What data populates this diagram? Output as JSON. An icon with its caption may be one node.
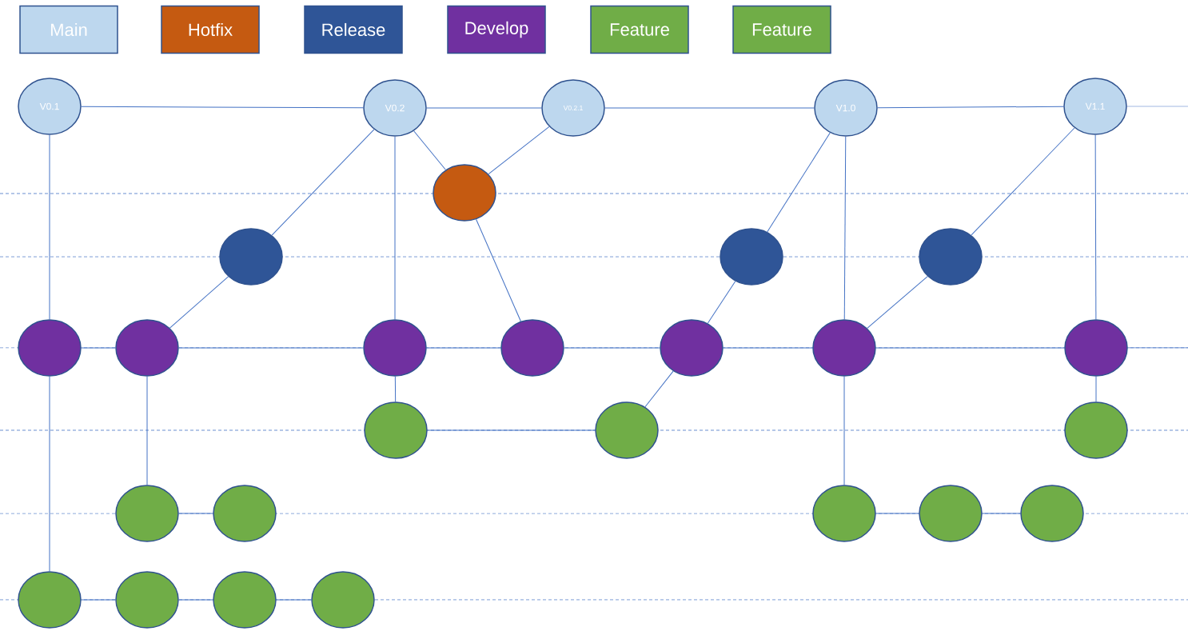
{
  "diagram": {
    "nodes": [
      {
        "text": [
          "V0.1"
        ]
      },
      {
        "text": [
          "V0.2"
        ]
      },
      {
        "text": [
          "V0.2.1"
        ]
      },
      {
        "text": [
          "V1.0"
        ]
      },
      {
        "text": [
          "V1.1"
        ]
      },
      {
        "text": [],
        "shape": "circle"
      },
      {
        "text": [],
        "shape": "circle"
      },
      {
        "text": [],
        "shape": "circle"
      },
      {
        "text": [],
        "shape": "circle"
      },
      {
        "text": [],
        "shape": "circle"
      },
      {
        "text": [],
        "shape": "circle"
      },
      {
        "text": [],
        "shape": "circle"
      },
      {
        "text": [],
        "shape": "circle"
      },
      {
        "text": [],
        "shape": "circle"
      },
      {
        "text": [],
        "shape": "circle"
      },
      {
        "text": [],
        "shape": "circle"
      },
      {
        "text": [],
        "shape": "circle"
      },
      {
        "text": [],
        "shape": "circle"
      },
      {
        "text": [],
        "shape": "circle"
      },
      {
        "text": [],
        "shape": "circle"
      },
      {
        "text": [],
        "shape": "circle"
      },
      {
        "text": [],
        "shape": "circle"
      },
      {
        "text": [],
        "shape": "circle"
      },
      {
        "text": [],
        "shape": "circle"
      },
      {
        "text": [],
        "shape": "circle"
      },
      {
        "text": [],
        "shape": "circle"
      },
      {
        "text": [],
        "shape": "circle"
      },
      {
        "text": [],
        "shape": "circle"
      }
    ],
    "edges": [
      {
        "from": 0,
        "to": 1,
        "arrow": "none"
      },
      {
        "from": 1,
        "to": 2,
        "arrow": "none"
      },
      {
        "from": 2,
        "to": 3,
        "arrow": "none"
      },
      {
        "from": 3,
        "to": 4,
        "arrow": "none"
      },
      {
        "from": 4,
        "to": null,
        "arrow": "none"
      },
      {
        "from": 0,
        "to": 9,
        "arrow": "none"
      },
      {
        "from": 1,
        "to": 6,
        "arrow": "none"
      },
      {
        "from": 1,
        "to": 11,
        "arrow": "none"
      },
      {
        "from": 1,
        "to": 5,
        "arrow": "none"
      },
      {
        "from": 2,
        "to": 5,
        "arrow": "none"
      },
      {
        "from": 5,
        "to": 12,
        "arrow": "none"
      },
      {
        "from": 6,
        "to": 10,
        "arrow": "none"
      },
      {
        "from": 3,
        "to": 7,
        "arrow": "none"
      },
      {
        "from": 3,
        "to": 14,
        "arrow": "none"
      },
      {
        "from": 4,
        "to": 8,
        "arrow": "none"
      },
      {
        "from": 4,
        "to": 15,
        "arrow": "none"
      },
      {
        "from": 7,
        "to": 13,
        "arrow": "none"
      },
      {
        "from": 8,
        "to": 14,
        "arrow": "none"
      },
      {
        "from": 9,
        "to": 10,
        "arrow": "none"
      },
      {
        "from": 10,
        "to": 11,
        "arrow": "none"
      },
      {
        "from": 11,
        "to": 12,
        "arrow": "none"
      },
      {
        "from": 12,
        "to": 13,
        "arrow": "none"
      },
      {
        "from": 13,
        "to": 14,
        "arrow": "none"
      },
      {
        "from": 14,
        "to": 15,
        "arrow": "none"
      },
      {
        "from": 15,
        "to": null,
        "arrow": "none"
      },
      {
        "from": 11,
        "to": 16,
        "arrow": "none"
      },
      {
        "from": 16,
        "to": 17,
        "arrow": "none"
      },
      {
        "from": 17,
        "to": 13,
        "arrow": "none"
      },
      {
        "from": 15,
        "to": 18,
        "arrow": "none"
      },
      {
        "from": 10,
        "to": 19,
        "arrow": "none"
      },
      {
        "from": 19,
        "to": 20,
        "arrow": "none"
      },
      {
        "from": 14,
        "to": 21,
        "arrow": "none"
      },
      {
        "from": 21,
        "to": 22,
        "arrow": "none"
      },
      {
        "from": 22,
        "to": 23,
        "arrow": "none"
      },
      {
        "from": 9,
        "to": 24,
        "arrow": "none"
      },
      {
        "from": 24,
        "to": 25,
        "arrow": "none"
      },
      {
        "from": 25,
        "to": 26,
        "arrow": "none"
      },
      {
        "from": 26,
        "to": 27,
        "arrow": "none"
      }
    ],
    "legend": [
      {
        "text": "Main",
        "color": "#bdd7ee"
      },
      {
        "text": "Hotfix",
        "color": "#c55a11"
      },
      {
        "text": "Release",
        "color": "#2f5597"
      },
      {
        "text": "Develop",
        "color": "#7030a0"
      },
      {
        "text": "Feature",
        "color": "#70ad47"
      },
      {
        "text": "Feature",
        "color": "#70ad47"
      }
    ]
  }
}
